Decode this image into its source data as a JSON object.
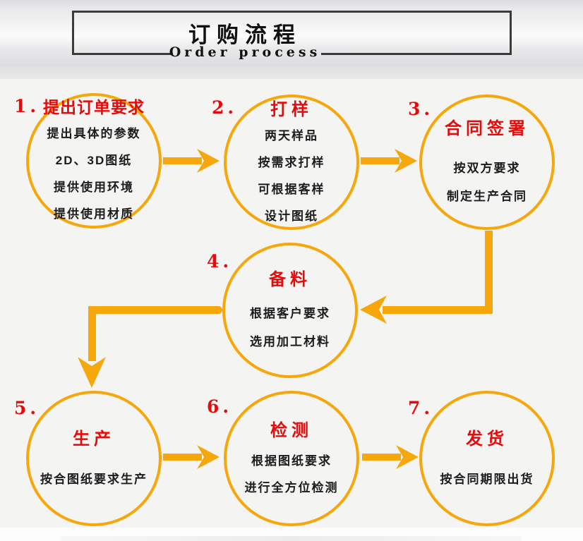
{
  "header": {
    "title": "订购流程",
    "subtitle": "Order process"
  },
  "steps": [
    {
      "number": "1.",
      "title": "提出订单要求",
      "lines": [
        "提出具体的参数",
        "2D、3D图纸",
        "提供使用环境",
        "提供使用材质"
      ]
    },
    {
      "number": "2.",
      "title": "打样",
      "lines": [
        "两天样品",
        "按需求打样",
        "可根据客样",
        "设计图纸"
      ]
    },
    {
      "number": "3.",
      "title": "合同签署",
      "lines": [
        "按双方要求",
        "制定生产合同"
      ]
    },
    {
      "number": "4.",
      "title": "备料",
      "lines": [
        "根据客户要求",
        "选用加工材料"
      ]
    },
    {
      "number": "5.",
      "title": "生产",
      "lines": [
        "按合图纸要求生产"
      ]
    },
    {
      "number": "6.",
      "title": "检测",
      "lines": [
        "根据图纸要求",
        "进行全方位检测"
      ]
    },
    {
      "number": "7.",
      "title": "发货",
      "lines": [
        "按合同期限出货"
      ]
    }
  ],
  "flow": {
    "connections": [
      "1→2",
      "2→3",
      "3→4",
      "4→5",
      "5→6",
      "6→7"
    ]
  },
  "colors": {
    "accent_orange": "#F5A70B",
    "step_red": "#E60A0A",
    "text_black": "#1c1c1c",
    "box_border": "#3b3b3b"
  }
}
